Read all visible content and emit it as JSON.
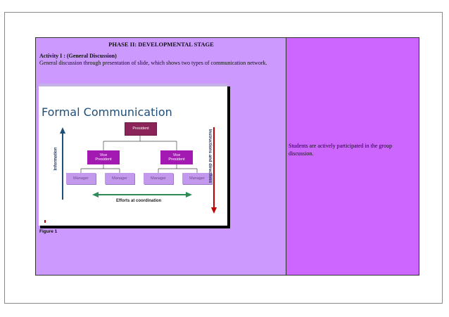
{
  "doc": {
    "phase_title": "PHASE II: DEVELOPMENTAL  STAGE",
    "activity_title": "Activity I : (General Discussion)",
    "activity_desc": "General discussion through presentation of slide, which shows two types of communication network.",
    "right_text": "Students are actively participated in the group discussion.",
    "figure_caption": "Figure 1"
  },
  "slide": {
    "title": "Formal Communication",
    "president": "President",
    "vice_presidents": [
      "Vice\nPresident",
      "Vice\nPresident"
    ],
    "managers": [
      "Manager",
      "Manager",
      "Manager",
      "Manager"
    ],
    "info_label": "Information",
    "instructions_label": "Instructions and directives",
    "coordination_label": "Efforts at coordination"
  },
  "colors": {
    "left_cell": "#cc99ff",
    "right_cell": "#cc66ff",
    "president_box": "#8b2458",
    "vp_box": "#a31ab3",
    "manager_box": "#c399ed",
    "title_blue": "#1f4e79",
    "arrow_blue": "#1f4e79",
    "arrow_red": "#c00000",
    "arrow_green": "#2e8b57"
  }
}
